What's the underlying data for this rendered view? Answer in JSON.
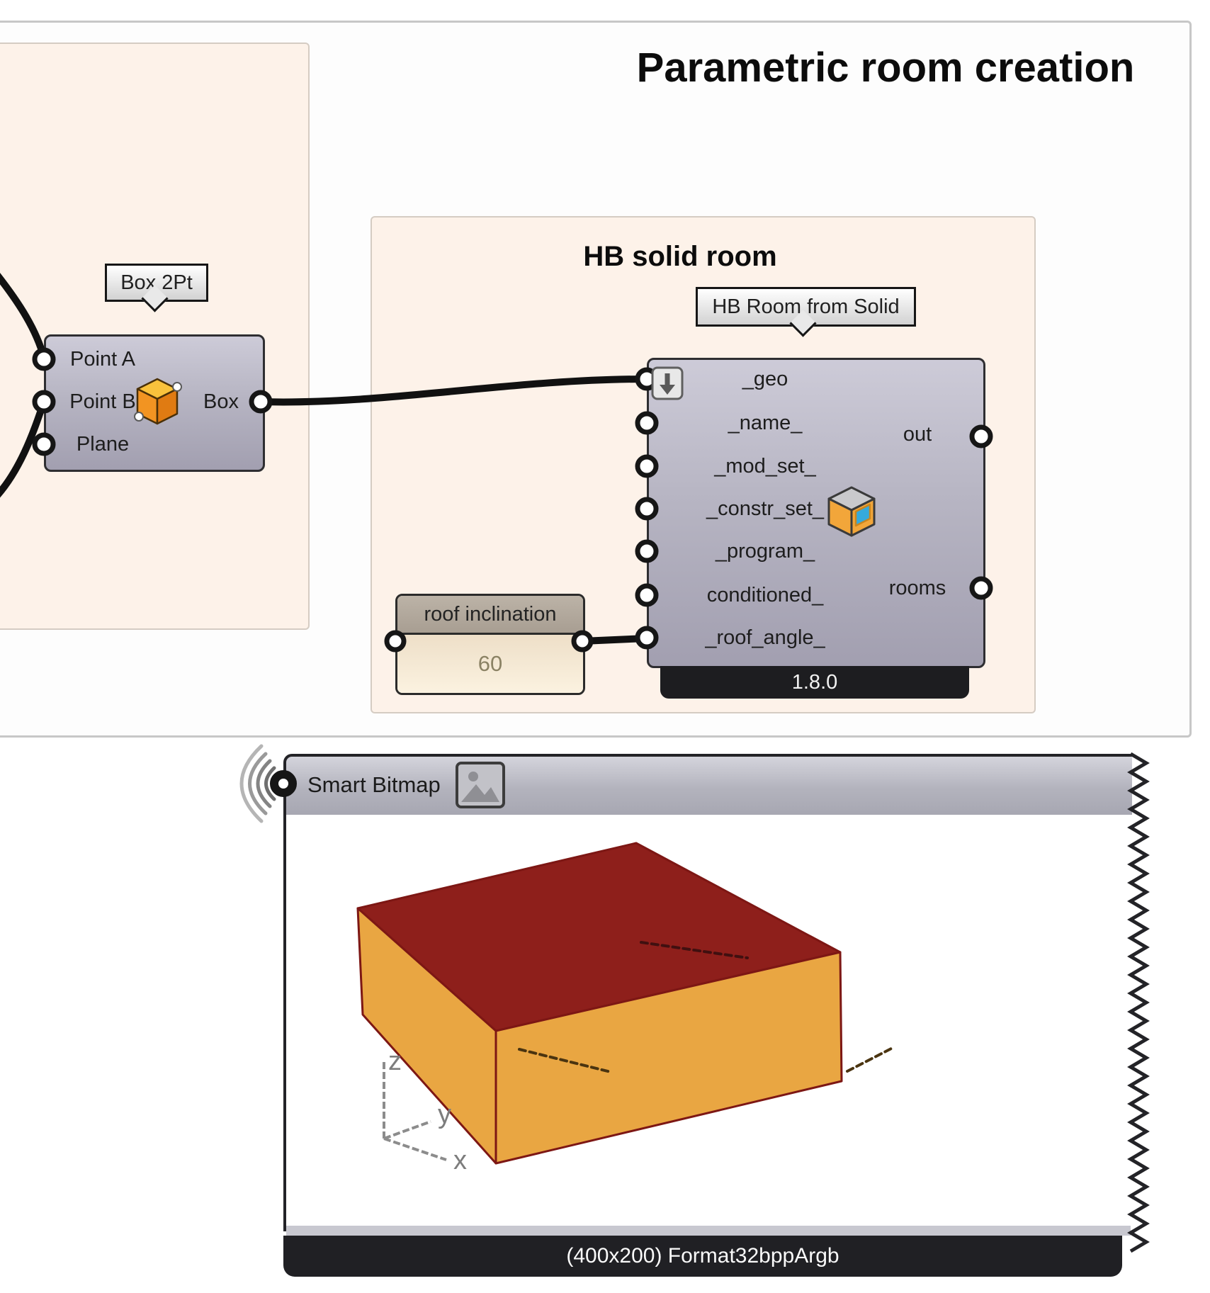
{
  "title": "Parametric room creation",
  "hb_group_title": "HB solid room",
  "box2pt": {
    "tooltip": "Box 2Pt",
    "input_a": "Point A",
    "input_b": "Point B",
    "input_plane": "Plane",
    "output_box": "Box"
  },
  "hb_room": {
    "tooltip": "HB Room from Solid",
    "inputs": [
      "_geo",
      "_name_",
      "_mod_set_",
      "_constr_set_",
      "_program_",
      "conditioned_",
      "_roof_angle_"
    ],
    "output_out": "out",
    "output_rooms": "rooms",
    "version": "1.8.0"
  },
  "roof_panel": {
    "label": "roof inclination",
    "value": "60"
  },
  "bitmap": {
    "title": "Smart Bitmap",
    "caption": "(400x200) Format32bppArgb",
    "axis": {
      "z": "z",
      "y": "y",
      "x": "x"
    }
  },
  "colors": {
    "canvas_bg": "#ffffff",
    "group_fill": "#fdf2e9",
    "group_border": "#d5ccc3",
    "component_top": "#cdcbd8",
    "component_bottom": "#a29fb0",
    "component_border": "#2e2e31",
    "wire": "#111111",
    "version_bar": "#1d1d20",
    "panel_header": "#b2a89c",
    "panel_body": "#f5e9d4",
    "panel_value_text": "#8b8264",
    "bitmap_header": "#b3b3bd",
    "caption_bar": "#202024",
    "roof_red": "#8e1f1b",
    "wall_amber": "#e9a642",
    "axis_gray": "#8c8c8c"
  }
}
